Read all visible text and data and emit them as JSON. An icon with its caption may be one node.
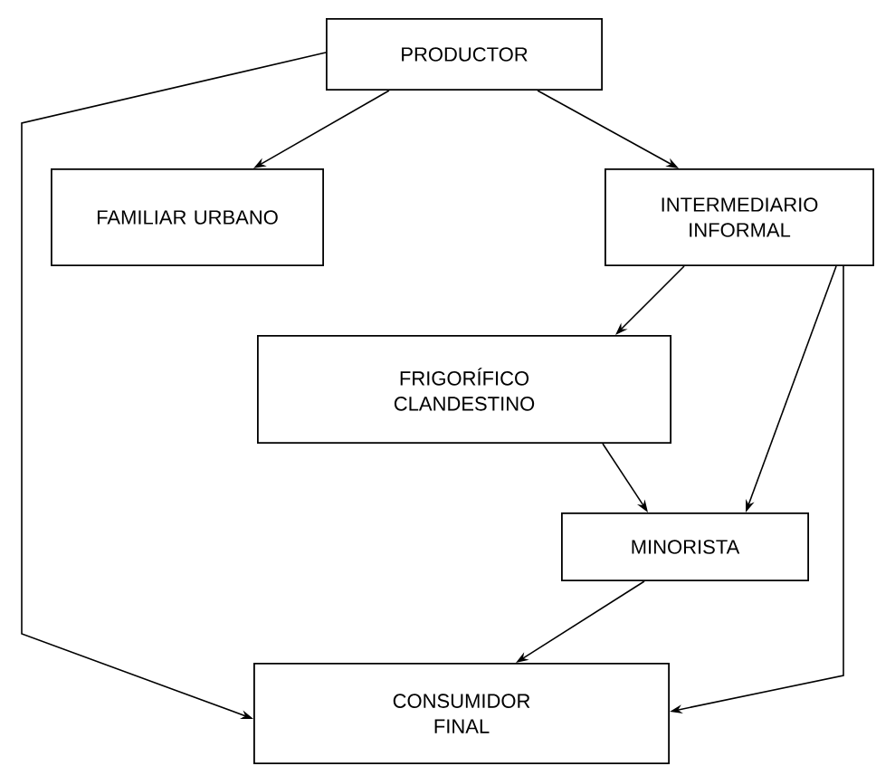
{
  "diagram": {
    "nodes": [
      {
        "text": [
          "PRODUCTOR"
        ]
      },
      {
        "text": [
          "FAMILIAR URBANO"
        ]
      },
      {
        "text": [
          "INTERMEDIARIO INFORMAL"
        ]
      },
      {
        "text": [
          "FRIGORÍFICO CLANDESTINO"
        ]
      },
      {
        "text": [
          "MINORISTA"
        ]
      },
      {
        "text": [
          "CONSUMIDOR FINAL"
        ]
      }
    ],
    "edges": [
      {
        "from": 0,
        "to": 1,
        "arrow": "to"
      },
      {
        "from": 0,
        "to": 2,
        "arrow": "to"
      },
      {
        "from": 0,
        "to": 5,
        "arrow": "to"
      },
      {
        "from": 2,
        "to": 3,
        "arrow": "to"
      },
      {
        "from": 2,
        "to": 4,
        "arrow": "to"
      },
      {
        "from": 2,
        "to": 5,
        "arrow": "to"
      },
      {
        "from": 3,
        "to": 4,
        "arrow": "to"
      },
      {
        "from": 4,
        "to": 5,
        "arrow": "to"
      }
    ]
  }
}
